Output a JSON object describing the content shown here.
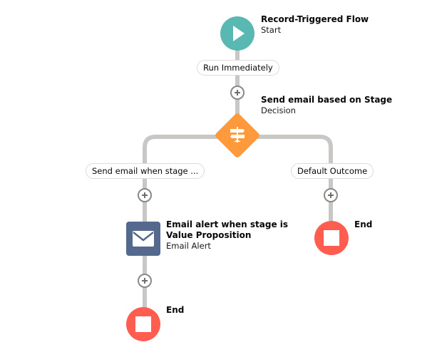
{
  "flow": {
    "start": {
      "title": "Record-Triggered Flow",
      "subtitle": "Start",
      "icon": "play-icon",
      "color": "#5ab8b3"
    },
    "trigger_path": {
      "label": "Run Immediately"
    },
    "decision": {
      "title": "Send email based on Stage",
      "subtitle": "Decision",
      "icon": "signpost-icon",
      "color": "#ff9a3c"
    },
    "outcomes": [
      {
        "label": "Send email when stage ...",
        "action": {
          "title_line1": "Email alert when stage is",
          "title_line2": "Value Proposition",
          "subtitle": "Email Alert",
          "icon": "envelope-icon",
          "color": "#54698d"
        },
        "end": {
          "title": "End",
          "icon": "stop-icon",
          "color": "#ff5d4f"
        }
      },
      {
        "label": "Default Outcome",
        "end": {
          "title": "End",
          "icon": "stop-icon",
          "color": "#ff5d4f"
        }
      }
    ],
    "add_button_icon": "plus-circle-icon",
    "connector_color": "#c9c7c5"
  }
}
